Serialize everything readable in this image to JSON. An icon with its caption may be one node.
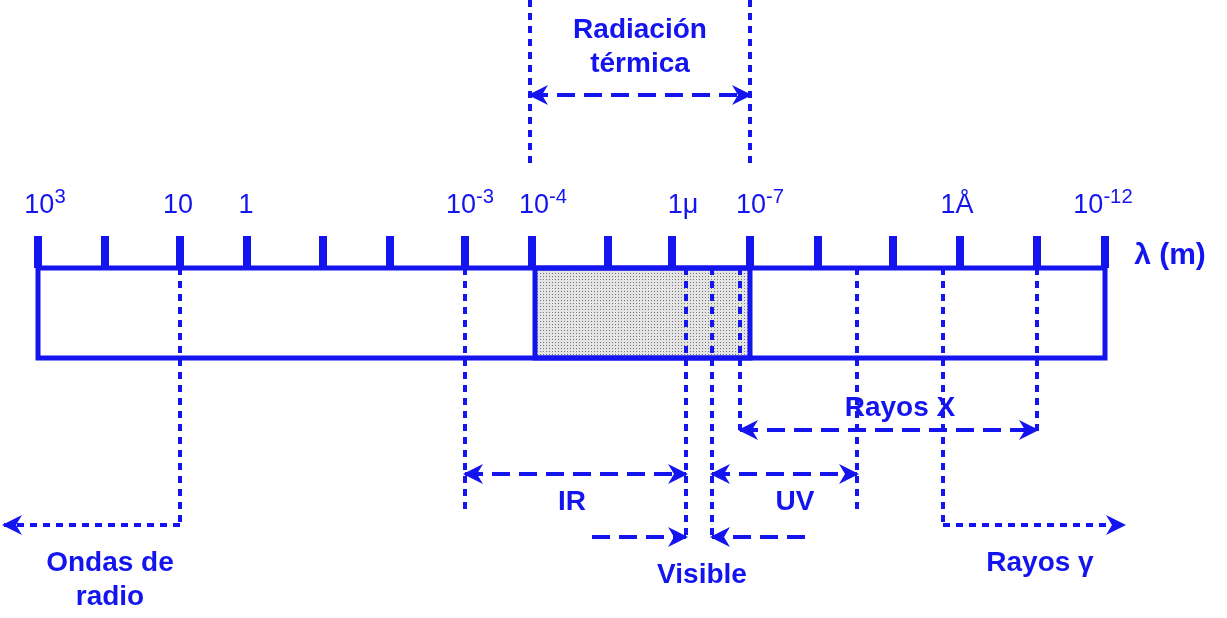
{
  "diagram": {
    "labels": [
      "Radiación térmica",
      "10$^{3}$",
      "10",
      "1",
      "10$^{-3}$",
      "10$^{-4}$",
      "1μ",
      "10$^{-7}$",
      "1Å",
      "10$^{-12}$",
      "λ (m)",
      "Rayos X",
      "IR",
      "UV",
      "Ondas de radio",
      "Visible",
      "Rayos γ"
    ]
  }
}
